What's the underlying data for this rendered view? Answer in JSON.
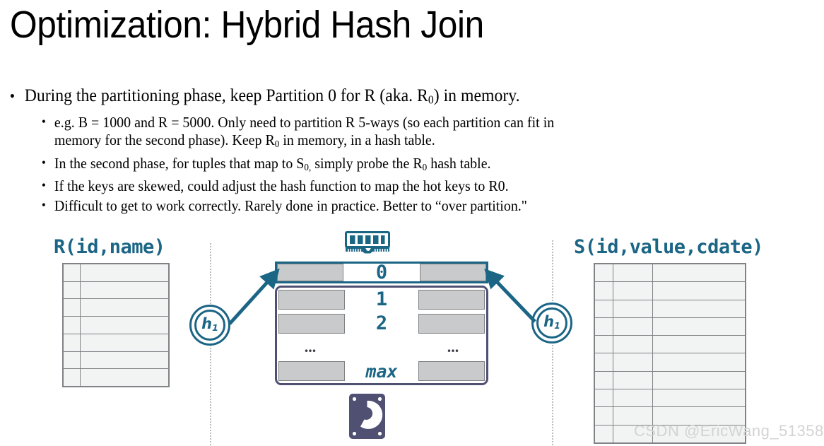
{
  "slide": {
    "title": "Optimization: Hybrid Hash Join",
    "bullets": [
      {
        "level": 1,
        "marker": "•",
        "text_parts": [
          {
            "t": "During the partitioning phase, keep Partition 0 for R (aka. R"
          },
          {
            "t": "0",
            "sub": true
          },
          {
            "t": ") in memory."
          }
        ],
        "plain": "During the partitioning phase, keep Partition 0 for R (aka. R0) in memory."
      },
      {
        "level": 2,
        "marker": "•",
        "text_parts": [
          {
            "t": "e.g. B = 1000 and R = 5000. Only need to partition R 5-ways (so each partition can fit in memory for the second phase). Keep R"
          },
          {
            "t": "0",
            "sub": true
          },
          {
            "t": " in memory, in a hash table."
          }
        ],
        "plain": "e.g. B = 1000 and R = 5000. Only need to partition R 5-ways (so each partition can fit in memory for the second phase). Keep R0 in memory, in a hash table."
      },
      {
        "level": 2,
        "marker": "•",
        "text_parts": [
          {
            "t": "In the second phase, for tuples that map to S"
          },
          {
            "t": "0,",
            "sub": true
          },
          {
            "t": " simply probe the R"
          },
          {
            "t": "0",
            "sub": true
          },
          {
            "t": " hash table."
          }
        ],
        "plain": "In the second phase, for tuples that map to S0, simply probe the R0 hash table."
      },
      {
        "level": 2,
        "marker": "•",
        "text_parts": [
          {
            "t": "If the keys are skewed, could adjust the hash function to map the hot keys to R0."
          }
        ],
        "plain": "If the keys are skewed, could adjust the hash function to map the hot keys to R0."
      },
      {
        "level": 2,
        "marker": "•",
        "text_parts": [
          {
            "t": "Difficult to get to work correctly. Rarely done in practice. Better to “over partition.\""
          }
        ],
        "plain": "Difficult to get to work correctly. Rarely done in practice. Better to “over partition.\""
      }
    ]
  },
  "diagram": {
    "left_table": {
      "label": "R(id,name)",
      "columns": 2,
      "rows": 7
    },
    "right_table": {
      "label": "S(id,value,cdate)",
      "columns": 3,
      "rows": 10
    },
    "hash_left": {
      "label": "h",
      "subscript": "1"
    },
    "hash_right": {
      "label": "h",
      "subscript": "1"
    },
    "memory_partition": {
      "number": "0",
      "location": "memory"
    },
    "disk_partitions": [
      {
        "number": "1"
      },
      {
        "number": "2"
      },
      {
        "number": "⋮"
      },
      {
        "number": "max"
      }
    ],
    "icons": {
      "memory": "ram-icon",
      "disk": "hard-disk-icon"
    },
    "colors": {
      "teal": "#1b6585",
      "slate": "#4f5072",
      "block_grey": "#c9cacb",
      "table_border": "#808285",
      "table_fill": "#f2f3f3",
      "guide": "#b9bdbe"
    }
  },
  "watermark": "CSDN @EricWang_51358"
}
